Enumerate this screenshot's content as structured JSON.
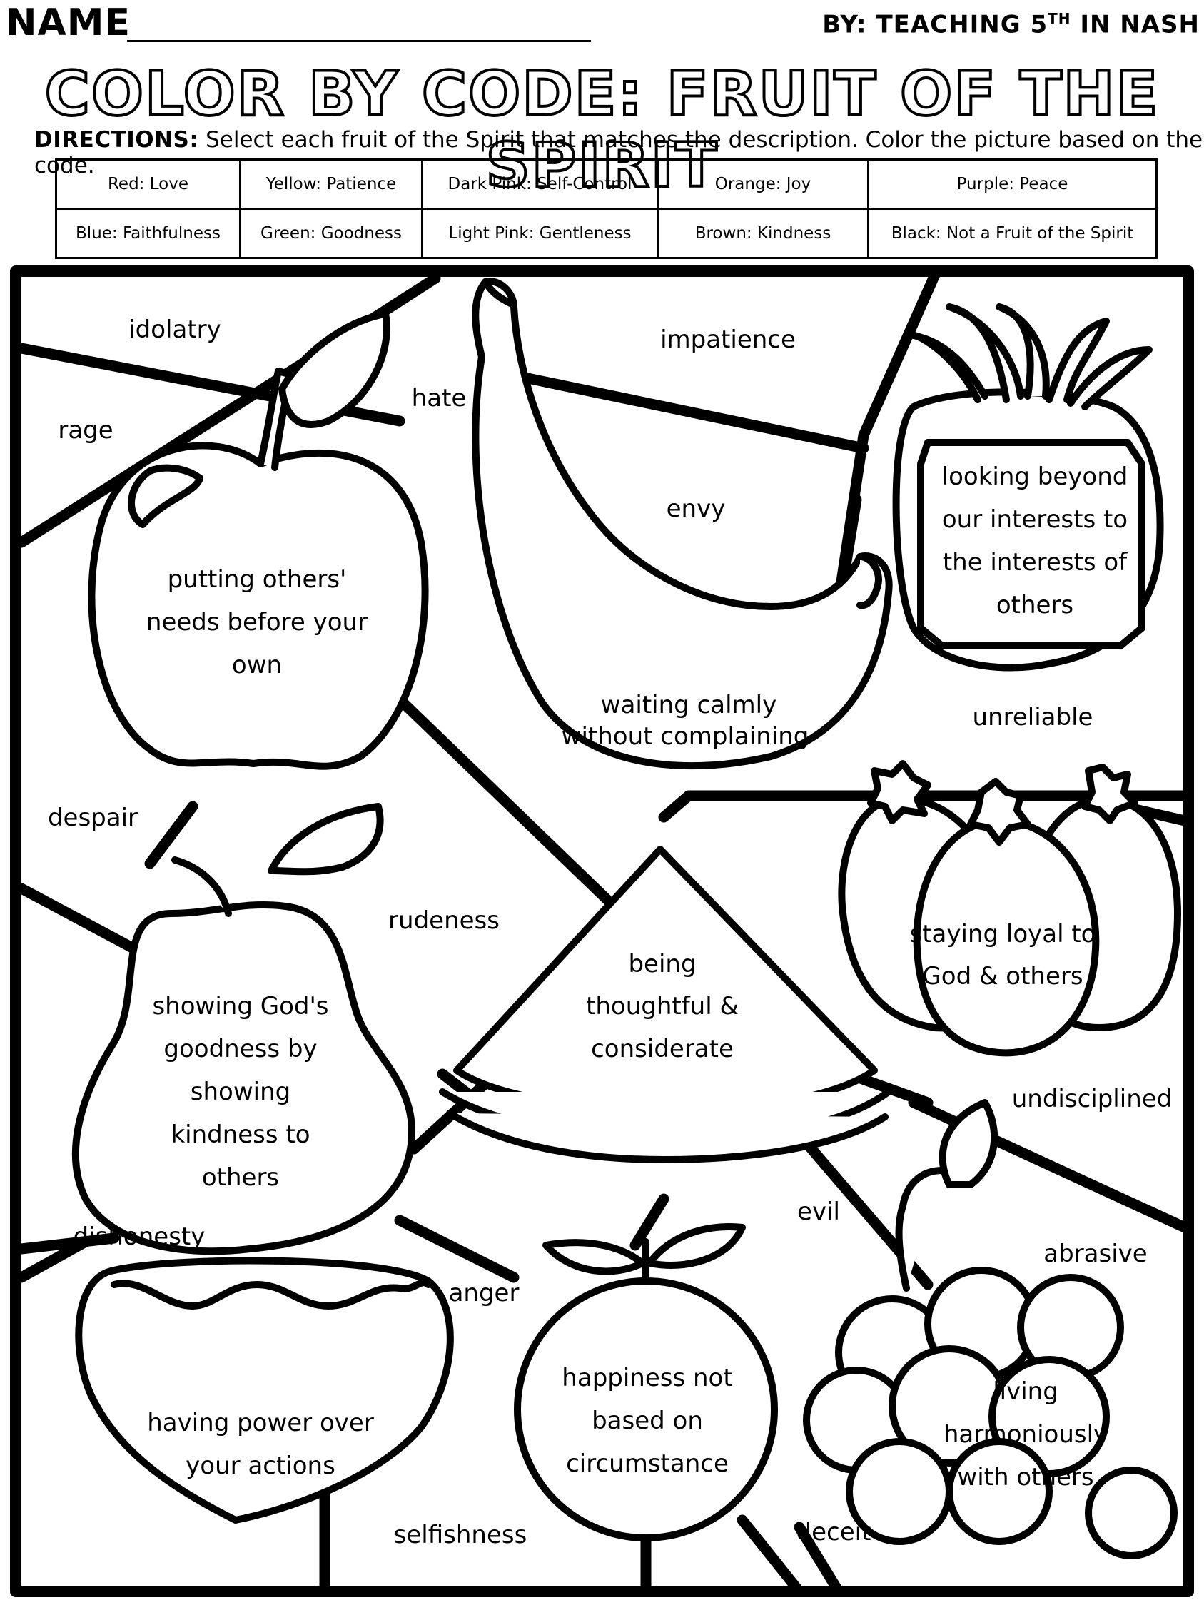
{
  "header": {
    "name_label": "NAME",
    "byline_text": "BY: TEACHING 5",
    "byline_sup": "TH",
    "byline_rest": " IN NASH",
    "title": "COLOR BY CODE: FRUIT OF THE SPIRIT",
    "directions_label": "DIRECTIONS:",
    "directions_text": " Select each fruit of the Spirit that matches the description. Color the picture based on the code."
  },
  "code_table": [
    [
      "Red: Love",
      "Yellow: Patience",
      "Dark Pink: Self-Control",
      "Orange: Joy",
      "Purple: Peace"
    ],
    [
      "Blue: Faithfulness",
      "Green: Goodness",
      "Light Pink: Gentleness",
      "Brown: Kindness",
      "Black: Not a Fruit of the Spirit"
    ]
  ],
  "background_words": {
    "idolatry": "idolatry",
    "rage": "rage",
    "hate": "hate",
    "impatience": "impatience",
    "envy": "envy",
    "unreliable": "unreliable",
    "despair": "despair",
    "rudeness": "rudeness",
    "undisciplined": "undisciplined",
    "evil": "evil",
    "dishonesty": "dishonesty",
    "abrasive": "abrasive",
    "anger": "anger",
    "selfishness": "selfishness",
    "deceit": "deceit"
  },
  "fruit_descriptions": {
    "apple_l1": "putting others'",
    "apple_l2": "needs before your",
    "apple_l3": "own",
    "banana_l1": "waiting calmly",
    "banana_l2": "without complaining",
    "pineapple_l1": "looking beyond",
    "pineapple_l2": "our interests to",
    "pineapple_l3": "the interests of",
    "pineapple_l4": "others",
    "tomatoes_l1": "staying loyal to",
    "tomatoes_l2": "God & others",
    "watermelon_l1": "being",
    "watermelon_l2": "thoughtful &",
    "watermelon_l3": "considerate",
    "pear_l1": "showing God's",
    "pear_l2": "goodness by",
    "pear_l3": "showing",
    "pear_l4": "kindness to",
    "pear_l5": "others",
    "strawberry_l1": "having power over",
    "strawberry_l2": "your actions",
    "orange_l1": "happiness not",
    "orange_l2": "based on",
    "orange_l3": "circumstance",
    "grapes_l1": "living",
    "grapes_l2": "harmoniously",
    "grapes_l3": "with others"
  }
}
